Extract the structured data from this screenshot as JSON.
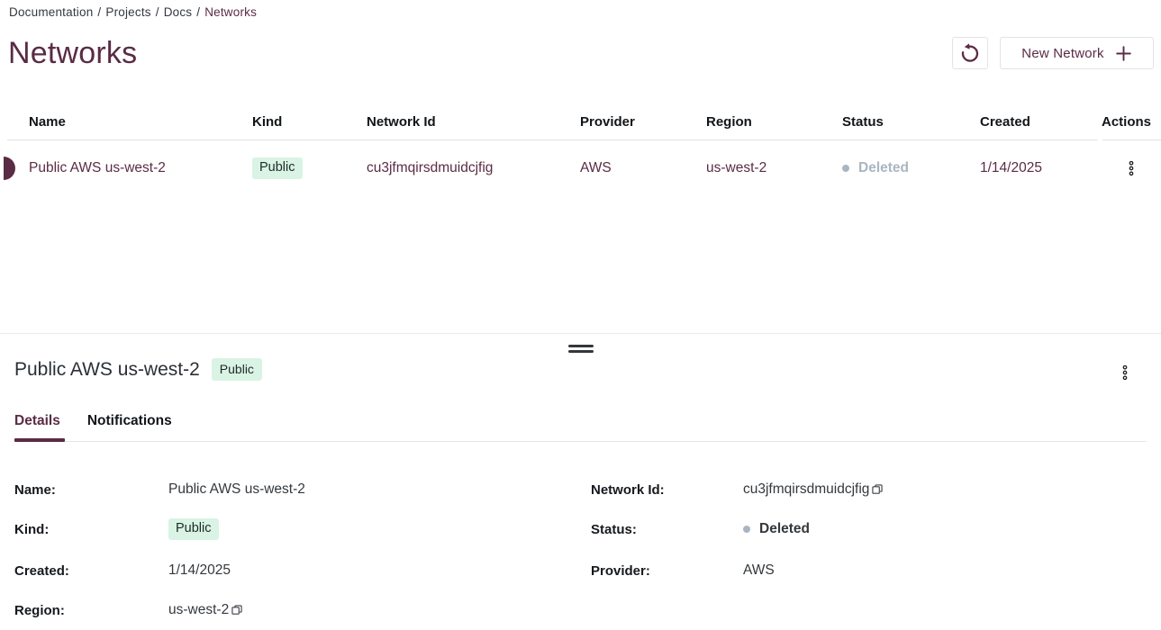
{
  "breadcrumb": {
    "items": [
      "Documentation",
      "Projects",
      "Docs"
    ],
    "current": "Networks",
    "separator": "/"
  },
  "header": {
    "title": "Networks",
    "refresh_icon": "rotate-ccw-icon",
    "new_network": {
      "label": "New Network",
      "icon": "plus-icon"
    }
  },
  "table": {
    "columns": [
      "Name",
      "Kind",
      "Network Id",
      "Provider",
      "Region",
      "Status",
      "Created",
      "Actions"
    ],
    "rows": [
      {
        "name": "Public AWS us-west-2",
        "kind": "Public",
        "network_id": "cu3jfmqirsdmuidcjfig",
        "provider": "AWS",
        "region": "us-west-2",
        "status": "Deleted",
        "created": "1/14/2025",
        "selected": true
      }
    ]
  },
  "drawer": {
    "title": "Public AWS us-west-2",
    "kind_badge": "Public",
    "tabs": [
      {
        "label": "Details",
        "active": true
      },
      {
        "label": "Notifications",
        "active": false
      }
    ],
    "details": {
      "left": [
        {
          "label": "Name:",
          "value": "Public AWS us-west-2"
        },
        {
          "label": "Kind:",
          "value": "Public"
        },
        {
          "label": "Created:",
          "value": "1/14/2025"
        },
        {
          "label": "Region:",
          "value": "us-west-2"
        }
      ],
      "right": [
        {
          "label": "Network Id:",
          "value": "cu3jfmqirsdmuidcjfig"
        },
        {
          "label": "Status:",
          "value": "Deleted"
        },
        {
          "label": "Provider:",
          "value": "AWS"
        }
      ]
    }
  },
  "colors": {
    "accent_maroon": "#5a2b45",
    "badge_bg": "#d9f3e5",
    "badge_text": "#1e2b26",
    "status_gray": "#a9b6c2",
    "border_gray": "#e3e5e8"
  }
}
